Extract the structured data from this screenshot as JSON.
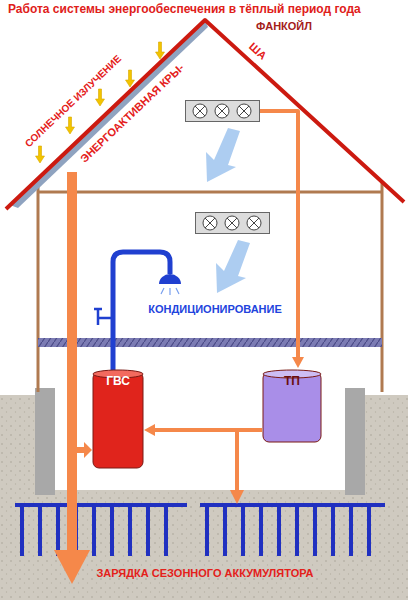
{
  "diagram": {
    "title": "Работа системы энергообеспечения в тёплый период года",
    "nodes": [
      {
        "text": [
          "ФАНКОЙЛ"
        ]
      },
      {
        "text": [
          "ГВС"
        ]
      },
      {
        "text": [
          "ТП"
        ]
      }
    ],
    "edges": [
      {
        "from": 0,
        "to": 2,
        "arrow": "to"
      },
      {
        "from": 2,
        "to": 1,
        "arrow": "to"
      }
    ],
    "labels": [
      "СОЛНЕЧНОЕ ИЗЛУЧЕНИЕ",
      "ЭНЕРГОАКТИВНАЯ КРЫ-",
      "ША",
      "КОНДИЦИОНИРОВАНИЕ",
      "ЗАРЯДКА СЕЗОННОГО АККУМУЛЯТОРА"
    ]
  }
}
